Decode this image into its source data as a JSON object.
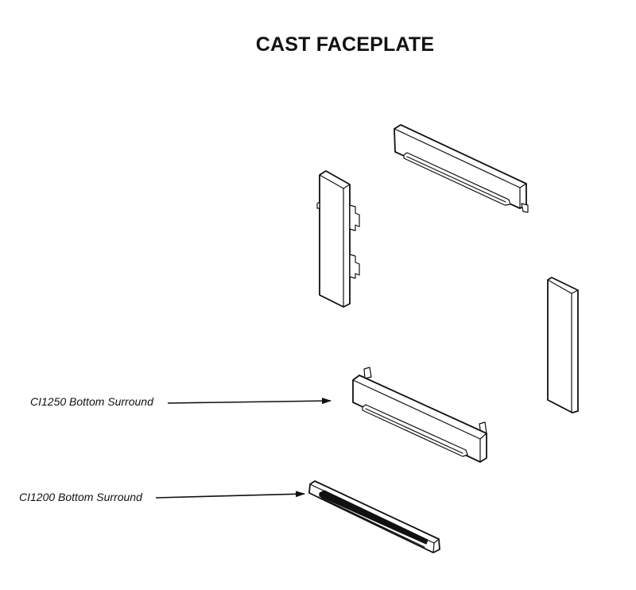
{
  "title": "CAST FACEPLATE",
  "callouts": [
    {
      "label": "CI1250 Bottom Surround"
    },
    {
      "label": "CI1200 Bottom Surround"
    }
  ],
  "colors": {
    "line": "#111111",
    "background": "#ffffff"
  }
}
